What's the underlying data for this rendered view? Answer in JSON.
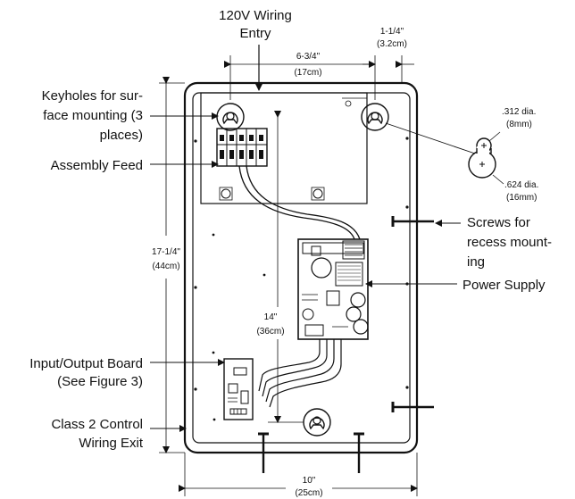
{
  "labels": {
    "wiring_entry_1": "120V Wiring",
    "wiring_entry_2": "Entry",
    "keyholes_1": "Keyholes for sur-",
    "keyholes_2": "face mounting (3",
    "keyholes_3": "places)",
    "assembly_feed": "Assembly Feed",
    "screws_1": "Screws for",
    "screws_2": "recess mount-",
    "screws_3": "ing",
    "power_supply": "Power Supply",
    "io_board_1": "Input/Output Board",
    "io_board_2": "(See Figure 3)",
    "class2_1": "Class 2 Control",
    "class2_2": "Wiring Exit"
  },
  "dimensions": {
    "keyhole_spacing": "6-3/4\"",
    "keyhole_spacing_metric": "(17cm)",
    "edge_offset": "1-1/4\"",
    "edge_offset_metric": "(3.2cm)",
    "height": "17-1/4\"",
    "height_metric": "(44cm)",
    "inner_height": "14\"",
    "inner_height_metric": "(36cm)",
    "width": "10\"",
    "width_metric": "(25cm)",
    "small_dia": ".312 dia.",
    "small_dia_metric": "(8mm)",
    "large_dia": ".624 dia.",
    "large_dia_metric": "(16mm)"
  }
}
